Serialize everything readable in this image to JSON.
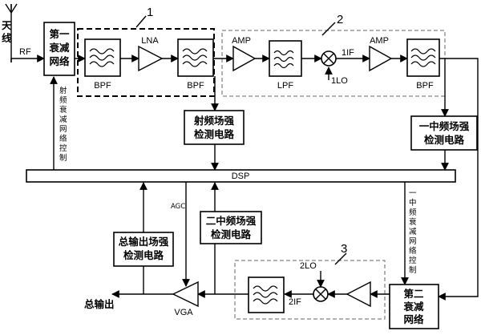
{
  "antenna": {
    "label_line1": "天",
    "label_line2": "线"
  },
  "rf_label": "RF",
  "atten1": {
    "line1": "第一",
    "line2": "衰减",
    "line3": "网络"
  },
  "atten2": {
    "line1": "第二",
    "line2": "衰减",
    "line3": "网络"
  },
  "bpf_label": "BPF",
  "lna_label": "LNA",
  "amp_label": "AMP",
  "lpf_label": "LPF",
  "lo1_label": "1LO",
  "if1_label": "1IF",
  "lo2_label": "2LO",
  "if2_label": "2IF",
  "section_numbers": [
    "1",
    "2",
    "3"
  ],
  "rf_detector": {
    "line1": "射频场强",
    "line2": "检测电路"
  },
  "if1_detector": {
    "line1": "一中频场强",
    "line2": "检测电路"
  },
  "if2_detector": {
    "line1": "二中频场强",
    "line2": "检测电路"
  },
  "output_detector": {
    "line1": "总输出场强",
    "line2": "检测电路"
  },
  "dsp_label": "DSP",
  "agc_label": "AGC",
  "vga_label": "VGA",
  "total_output_label": "总输出",
  "rf_atten_control": [
    "射",
    "频",
    "衰",
    "减",
    "网",
    "络",
    "控",
    "制"
  ],
  "if1_atten_control": [
    "一",
    "中",
    "频",
    "衰",
    "减",
    "网",
    "络",
    "控",
    "制"
  ]
}
